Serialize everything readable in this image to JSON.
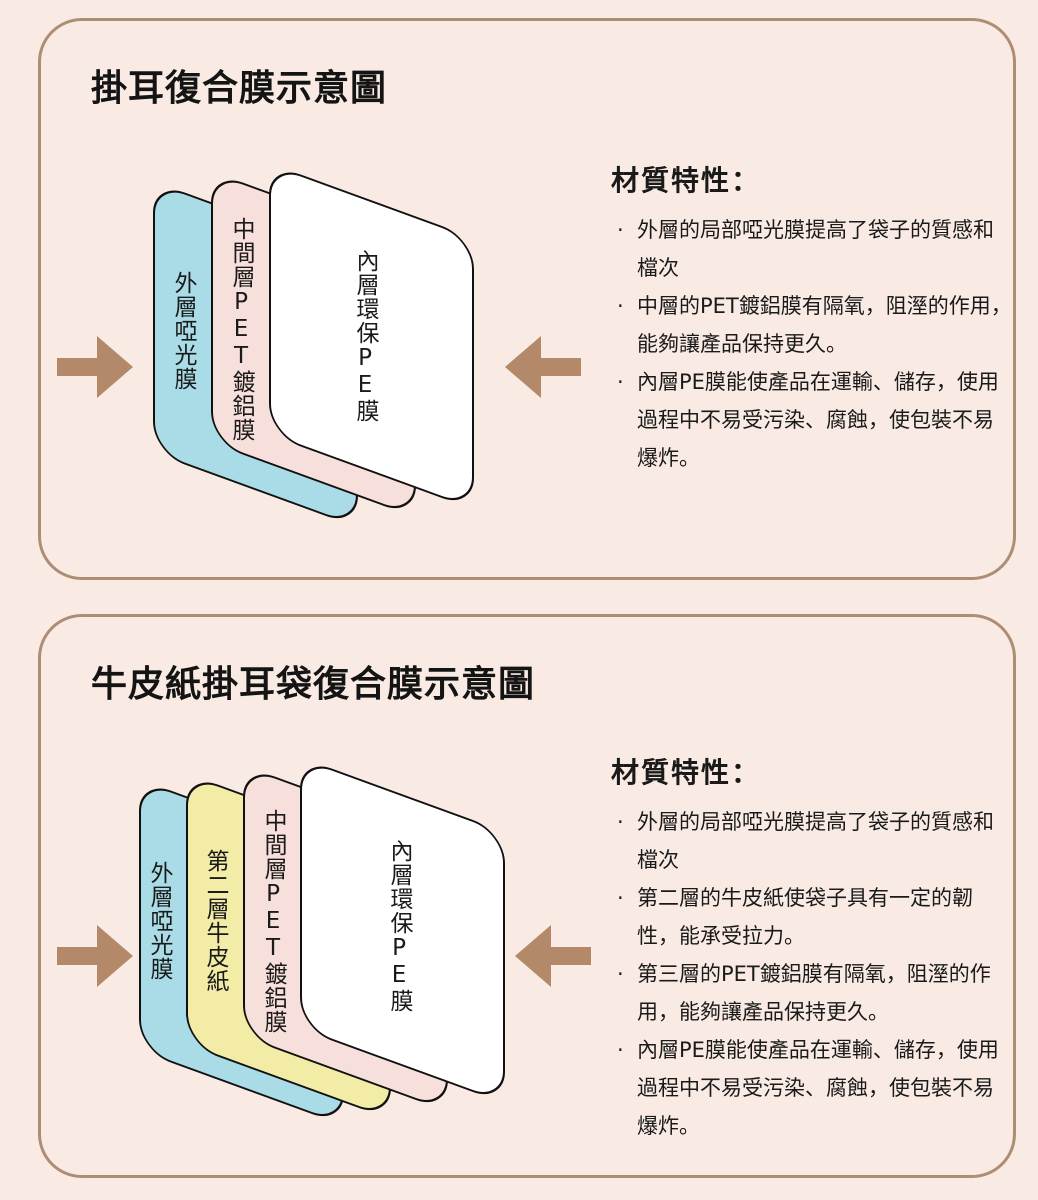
{
  "panels": [
    {
      "title": "掛耳復合膜示意圖",
      "layers": [
        {
          "label": "外層啞光膜",
          "color": "#a9dce6"
        },
        {
          "label": "中間層PET鍍鋁膜",
          "color": "#f7dfdb"
        },
        {
          "label": "內層環保PE膜",
          "color": "#ffffff"
        }
      ],
      "properties_title": "材質特性：",
      "bullet": "·",
      "properties": [
        "外層的局部啞光膜提高了袋子的質感和檔次",
        "中層的PET鍍鋁膜有隔氧，阻溼的作用，能夠讓產品保持更久。",
        "內層PE膜能使產品在運輸、儲存，使用過程中不易受污染、腐蝕，使包裝不易爆炸。"
      ]
    },
    {
      "title": "牛皮紙掛耳袋復合膜示意圖",
      "layers": [
        {
          "label": "外層啞光膜",
          "color": "#a9dce6"
        },
        {
          "label": "第二層牛皮紙",
          "color": "#f2eca6"
        },
        {
          "label": "中間層PET鍍鋁膜",
          "color": "#f7dfdb"
        },
        {
          "label": "內層環保PE膜",
          "color": "#ffffff"
        }
      ],
      "properties_title": "材質特性：",
      "bullet": "·",
      "properties": [
        "外層的局部啞光膜提高了袋子的質感和檔次",
        "第二層的牛皮紙使袋子具有一定的韌性，能承受拉力。",
        "第三層的PET鍍鋁膜有隔氧，阻溼的作用，能夠讓產品保持更久。",
        "內層PE膜能使產品在運輸、儲存，使用過程中不易受污染、腐蝕，使包裝不易爆炸。"
      ]
    }
  ],
  "colors": {
    "border": "#ad8e74",
    "arrow": "#b38969",
    "background": "#f9ebe4"
  }
}
